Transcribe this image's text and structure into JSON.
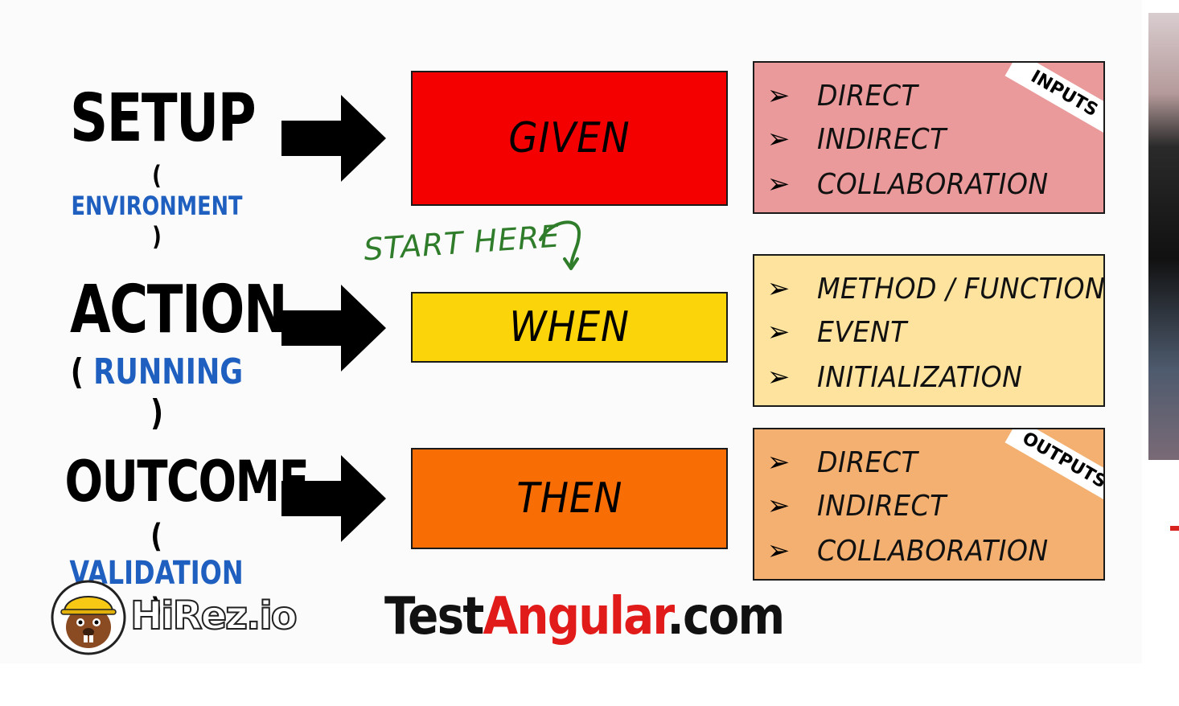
{
  "phases": [
    {
      "title": "SETUP",
      "sub_open": "( ",
      "sub_word": "ENVIRONMENT",
      "sub_close": " )"
    },
    {
      "title": "ACTION",
      "sub_open": "( ",
      "sub_word": "RUNNING",
      "sub_close": " )"
    },
    {
      "title": "OUTCOME",
      "sub_open": "( ",
      "sub_word": "VALIDATION",
      "sub_close": " )"
    }
  ],
  "boxes": [
    {
      "label": "GIVEN",
      "color": "#f50000"
    },
    {
      "label": "WHEN",
      "color": "#fbd40a"
    },
    {
      "label": "THEN",
      "color": "#f86d04"
    }
  ],
  "panels": [
    {
      "ribbon": "INPUTS",
      "color": "#ea9a9a",
      "items": [
        "DIRECT",
        "INDIRECT",
        "COLLABORATION"
      ]
    },
    {
      "ribbon": "",
      "color": "#fde39e",
      "items": [
        "METHOD / FUNCTION",
        "EVENT",
        "INITIALIZATION"
      ]
    },
    {
      "ribbon": "OUTPUTS",
      "color": "#f3b070",
      "items": [
        "DIRECT",
        "INDIRECT",
        "COLLABORATION"
      ]
    }
  ],
  "bullet": "➢",
  "annotation": "START HERE",
  "footer": {
    "brand": "HiRez.io",
    "site_part1": "Test",
    "site_part2": "Angular",
    "site_part3": ".com",
    "logo_icon": "beaver-hardhat-icon"
  },
  "colors": {
    "accent_blue": "#1f5fbf",
    "annotation_green": "#2f7d2a",
    "site_red": "#e11a1a"
  }
}
